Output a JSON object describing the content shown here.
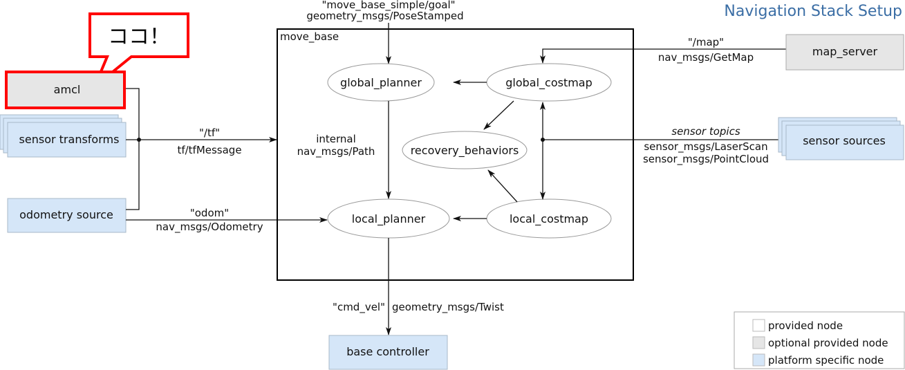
{
  "title": "Navigation Stack Setup",
  "colors": {
    "title": "#3b6ea5",
    "optional_fill": "#e6e6e6",
    "platform_fill": "#d5e6f8",
    "provided_fill": "#ffffff",
    "highlight": "#ff0000"
  },
  "callout": {
    "text": "ココ！"
  },
  "container": {
    "label": "move_base"
  },
  "nodes": {
    "amcl": "amcl",
    "sensor_transforms": "sensor transforms",
    "odometry_source": "odometry source",
    "map_server": "map_server",
    "sensor_sources": "sensor sources",
    "base_controller": "base controller",
    "global_planner": "global_planner",
    "global_costmap": "global_costmap",
    "recovery_behaviors": "recovery_behaviors",
    "local_planner": "local_planner",
    "local_costmap": "local_costmap"
  },
  "edges": {
    "goal_topic": "\"move_base_simple/goal\"",
    "goal_type": "geometry_msgs/PoseStamped",
    "tf_topic": "\"/tf\"",
    "tf_type": "tf/tfMessage",
    "odom_topic": "\"odom\"",
    "odom_type": "nav_msgs/Odometry",
    "path_topic": "internal",
    "path_type": "nav_msgs/Path",
    "map_topic": "\"/map\"",
    "map_type": "nav_msgs/GetMap",
    "sensor_topic": "sensor topics",
    "sensor_type1": "sensor_msgs/LaserScan",
    "sensor_type2": "sensor_msgs/PointCloud",
    "cmd_topic": "\"cmd_vel\"",
    "cmd_type": "geometry_msgs/Twist"
  },
  "legend": [
    {
      "label": "provided node",
      "color": "#ffffff"
    },
    {
      "label": "optional provided node",
      "color": "#e6e6e6"
    },
    {
      "label": "platform specific node",
      "color": "#d5e6f8"
    }
  ]
}
